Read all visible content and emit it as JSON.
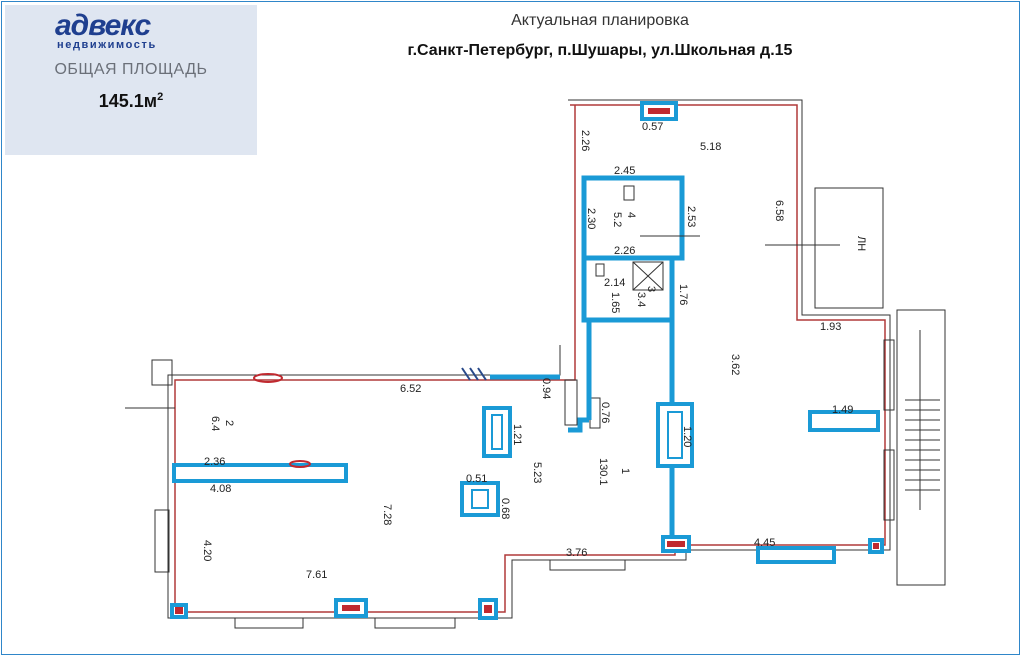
{
  "brand": {
    "logo": "адвекс",
    "sub": "недвижимость"
  },
  "area": {
    "label": "ОБЩАЯ ПЛОЩАДЬ",
    "value": "145.1м",
    "sup": "2"
  },
  "header": {
    "title": "Актуальная планировка",
    "address": "г.Санкт-Петербург, п.Шушары, ул.Школьная д.15"
  },
  "plan": {
    "dims": {
      "d057": "0.57",
      "d518": "5.18",
      "d226a": "2.26",
      "d245": "2.45",
      "d253": "2.53",
      "d230": "2.30",
      "d226b": "2.26",
      "d214": "2.14",
      "d165": "1.65",
      "d176": "1.76",
      "d658": "6.58",
      "d193": "1.93",
      "d362": "3.62",
      "d652": "6.52",
      "d094": "0.94",
      "d076": "0.76",
      "d121": "1.21",
      "d523": "5.23",
      "d051": "0.51",
      "d068": "0.68",
      "d728": "7.28",
      "d236": "2.36",
      "d408": "4.08",
      "d420": "4.20",
      "d761": "7.61",
      "d376": "3.76",
      "d445": "4.45",
      "d149": "1.49",
      "d120": "1.20",
      "d64": "6.4"
    },
    "rooms": {
      "r4": "4",
      "r4_area": "5.2",
      "r3": "3",
      "r3_area": "3.4",
      "r1": "1",
      "r1_area": "130.1",
      "r2": "2",
      "r2_area": "6.4",
      "lh": "ЛН"
    },
    "colors": {
      "wall": "#b03a3a",
      "accent": "#1a9ad6",
      "brand": "#1f3f8f"
    }
  }
}
